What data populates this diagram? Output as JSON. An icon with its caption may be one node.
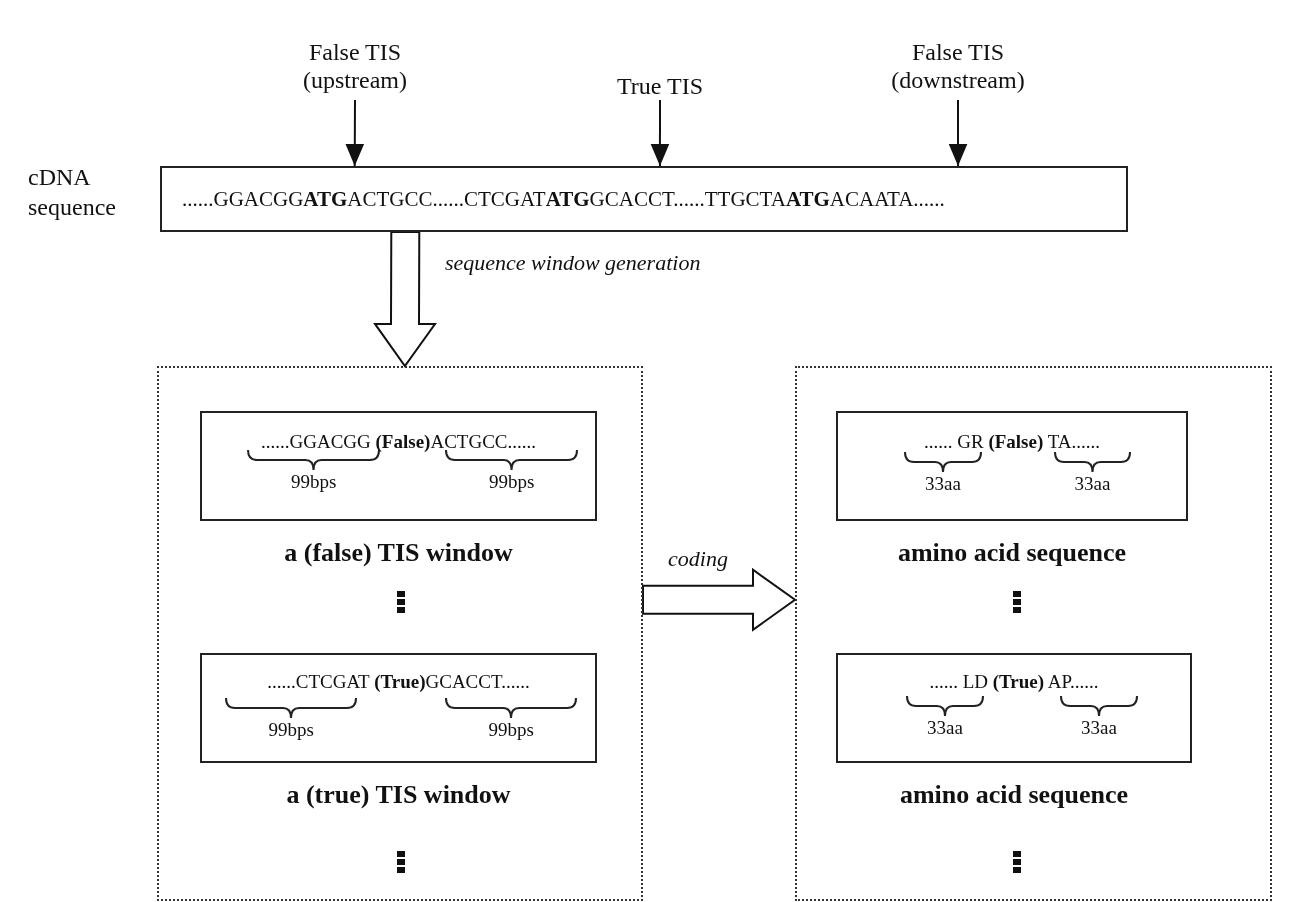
{
  "diagram": {
    "nodes": [
      {
        "text": [
          "False TIS (upstream)"
        ]
      },
      {
        "text": [
          "True TIS"
        ]
      },
      {
        "text": [
          "False TIS (downstream)"
        ]
      },
      {
        "text": [
          "cDNA sequence",
          "......GGACGG**ATG**ACTGCC......CTCGAT**ATG**GCACCT......TTGCTA**ATG**ACAATA......"
        ]
      },
      {
        "text": [],
        "shape": "box"
      },
      {
        "text": [
          "......GGACGG **(False)**ACTGCC......",
          "99bps",
          "99bps",
          "a (false) TIS window"
        ],
        "in": 4
      },
      {
        "text": [
          "......CTCGAT **(True)**GCACCT......",
          "99bps",
          "99bps",
          "a (true) TIS window"
        ],
        "in": 4
      },
      {
        "text": [],
        "shape": "box"
      },
      {
        "text": [
          "...... GR **(False)** TA......",
          "33aa",
          "33aa",
          "amino acid sequence"
        ],
        "in": 7
      },
      {
        "text": [
          "...... LD **(True)** AP......",
          "33aa",
          "33aa",
          "amino acid sequence"
        ],
        "in": 7
      }
    ],
    "edges": [
      {
        "from": 0,
        "to": 3,
        "arrow": "to"
      },
      {
        "from": 1,
        "to": 3,
        "arrow": "to"
      },
      {
        "from": 2,
        "to": 3,
        "arrow": "to"
      },
      {
        "from": 3,
        "to": 4,
        "arrow": "to",
        "label": "sequence window generation",
        "style": "thick"
      },
      {
        "from": 4,
        "to": 7,
        "arrow": "to",
        "label": "coding",
        "style": "thick"
      }
    ]
  }
}
